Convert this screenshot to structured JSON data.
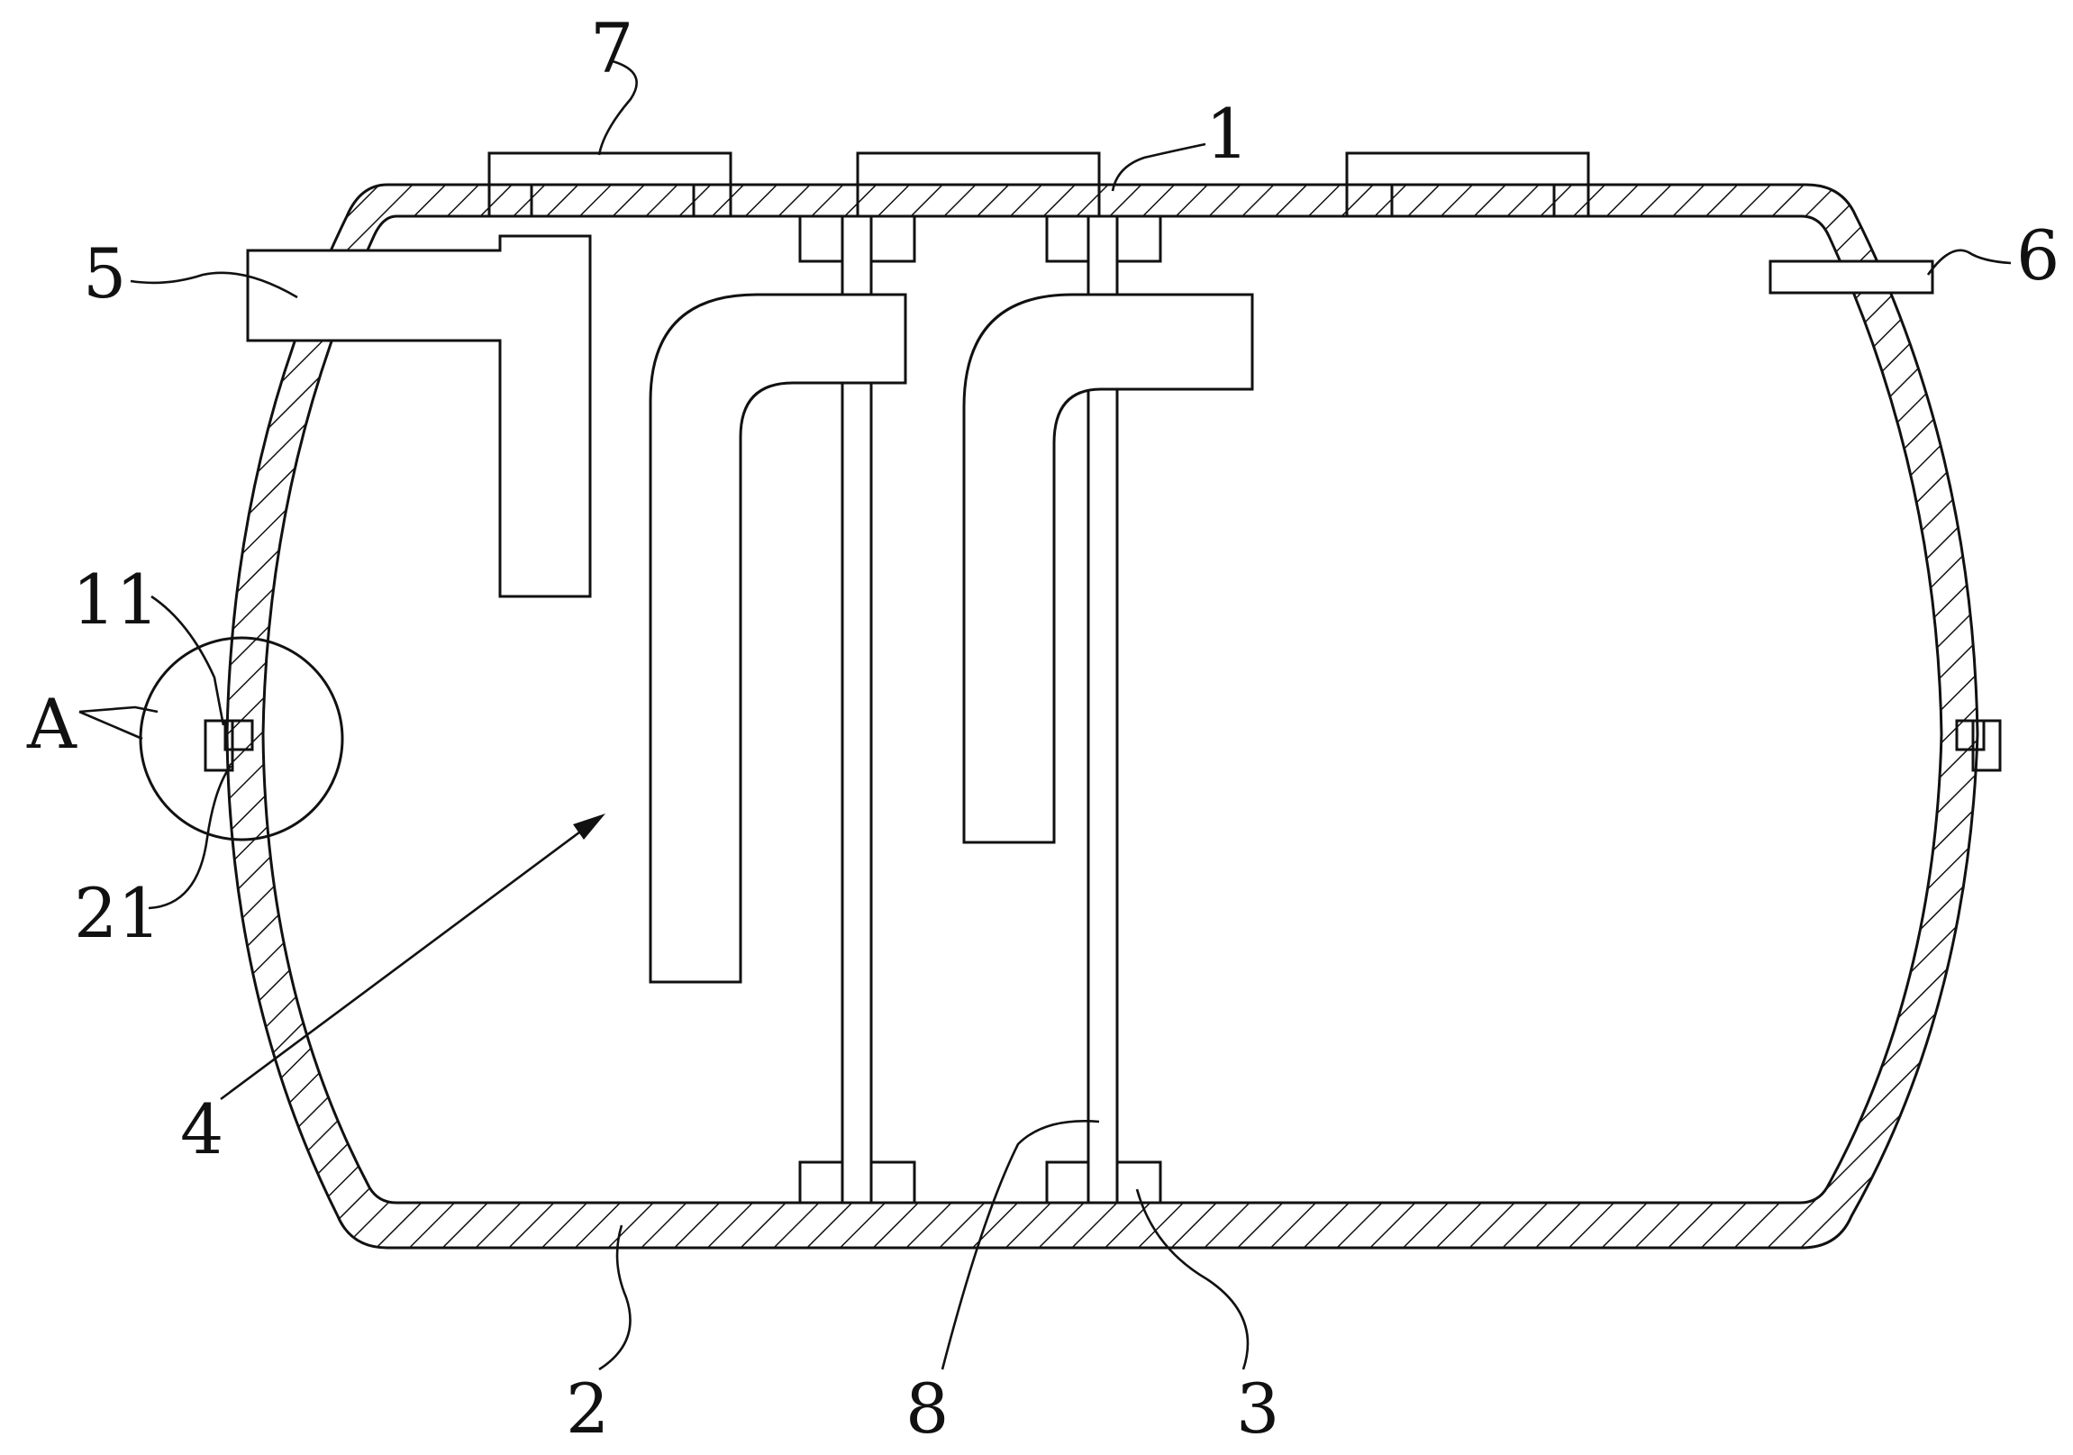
{
  "figure": {
    "labels": {
      "label_1": "1",
      "label_2": "2",
      "label_3": "3",
      "label_4": "4",
      "label_5": "5",
      "label_6": "6",
      "label_7": "7",
      "label_8": "8",
      "label_11": "11",
      "label_21": "21",
      "label_A": "A"
    }
  }
}
